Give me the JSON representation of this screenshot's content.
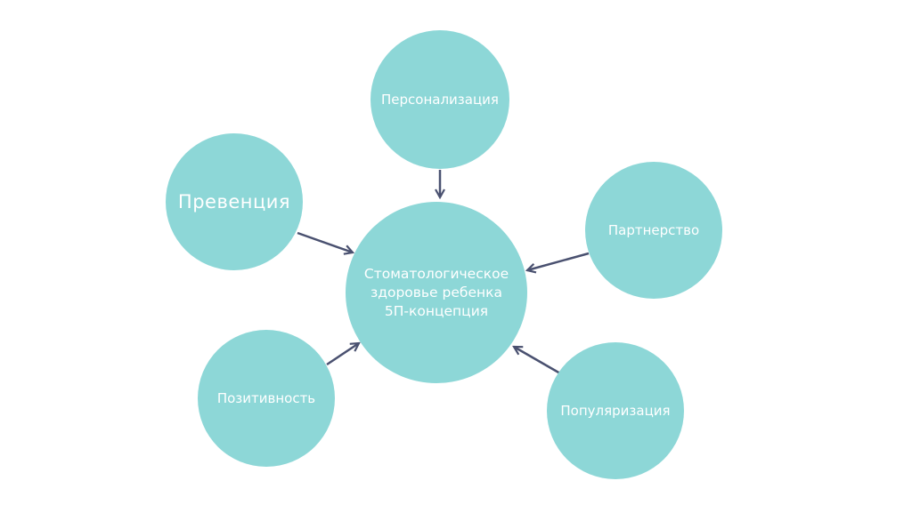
{
  "diagram": {
    "center": {
      "label_lines": [
        "Стоматологическое",
        "здоровье ребенка",
        "5П-концепция"
      ]
    },
    "nodes": [
      {
        "id": "personalization",
        "label": "Персонализация"
      },
      {
        "id": "prevention",
        "label": "Превенция"
      },
      {
        "id": "partnership",
        "label": "Партнерство"
      },
      {
        "id": "positivity",
        "label": "Позитивность"
      },
      {
        "id": "popularization",
        "label": "Популяризация"
      }
    ],
    "edges": [
      {
        "from": "personalization",
        "to": "center"
      },
      {
        "from": "prevention",
        "to": "center"
      },
      {
        "from": "partnership",
        "to": "center"
      },
      {
        "from": "positivity",
        "to": "center"
      },
      {
        "from": "popularization",
        "to": "center"
      }
    ],
    "colors": {
      "node": "#8dd7d7",
      "arrow": "#4a5170",
      "text": "#ffffff"
    }
  }
}
